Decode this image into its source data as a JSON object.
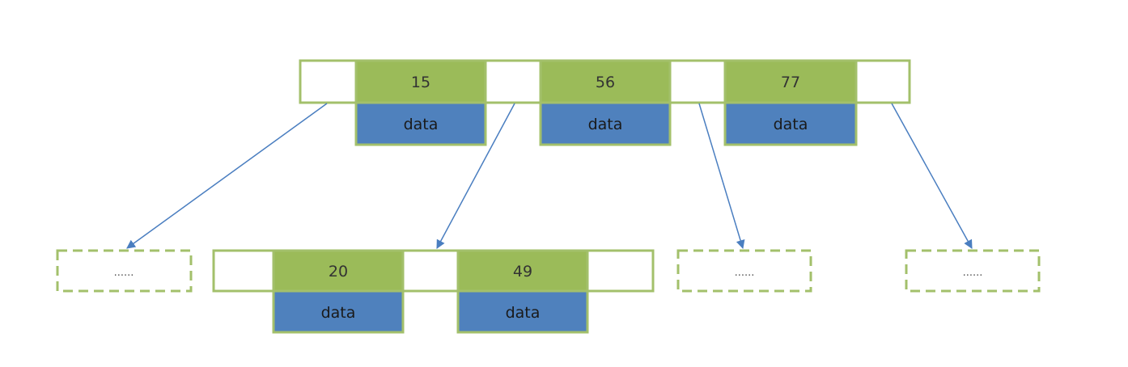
{
  "colors": {
    "key_fill": "#9bbb59",
    "data_fill": "#4f81bd",
    "border": "#a3c06b",
    "arrow": "#4a7ec0"
  },
  "root": {
    "keys": [
      "15",
      "56",
      "77"
    ],
    "data_label": "data"
  },
  "child": {
    "keys": [
      "20",
      "49"
    ],
    "data_label": "data"
  },
  "placeholder_text": "......"
}
